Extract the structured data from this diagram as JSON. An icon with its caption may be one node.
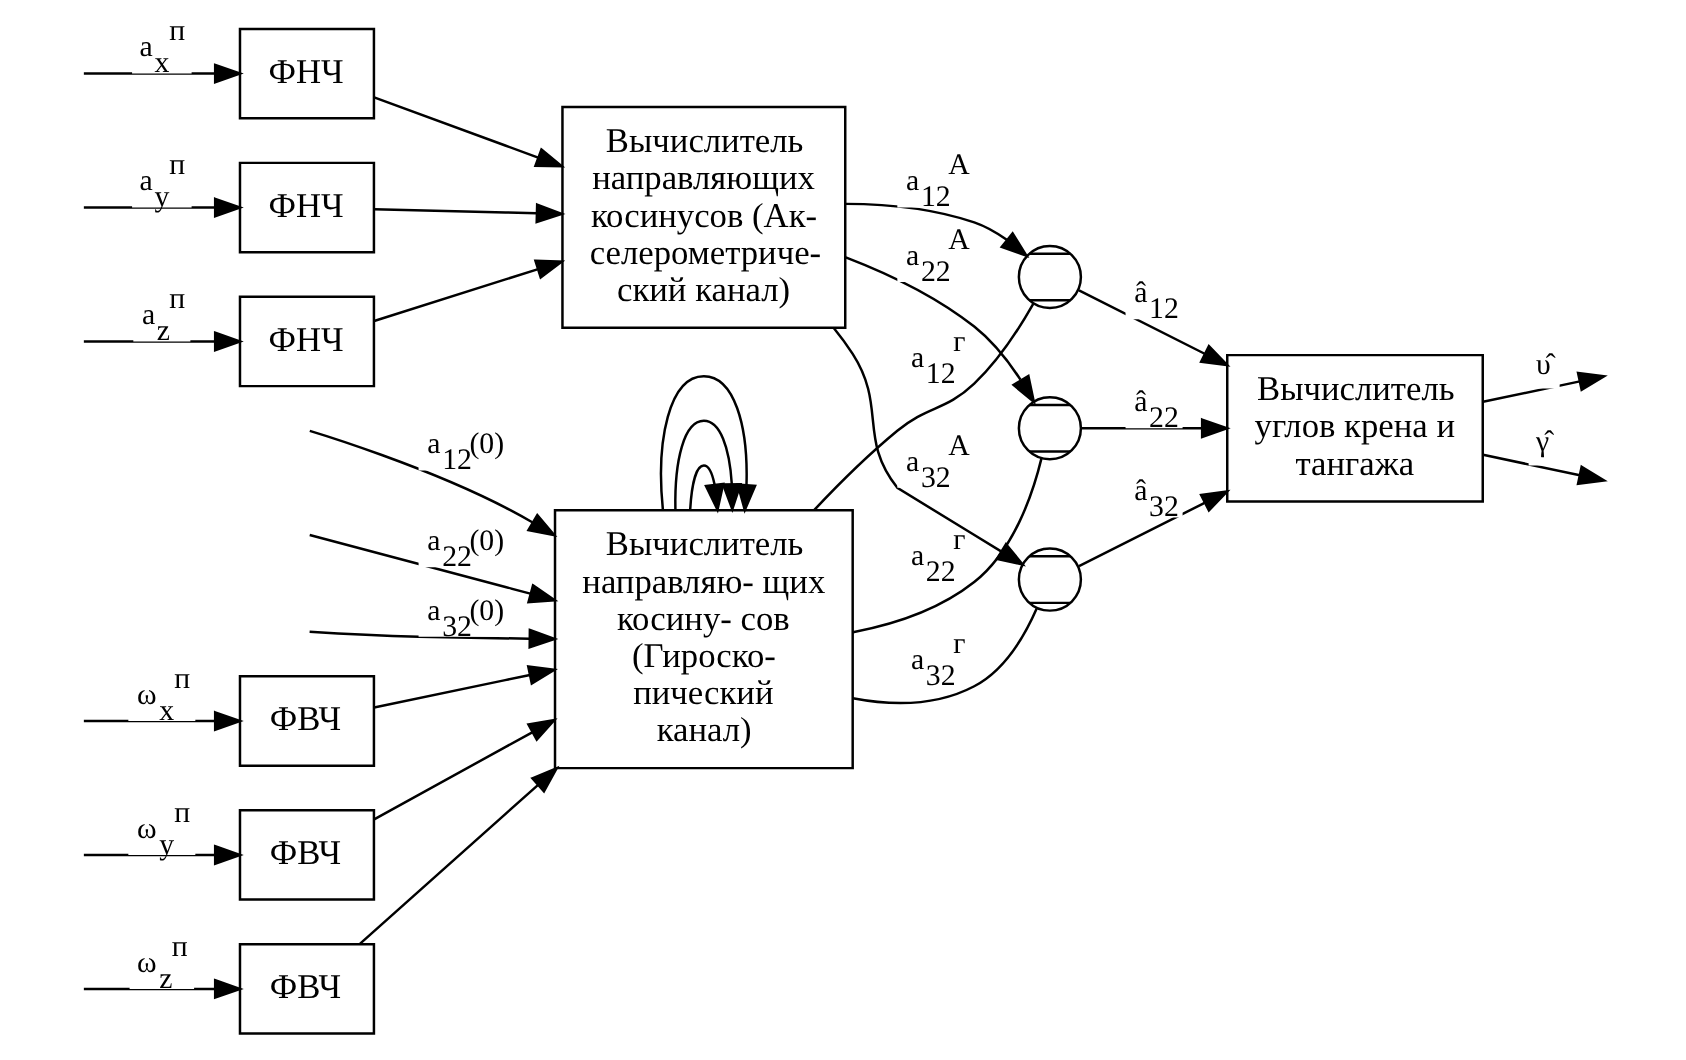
{
  "diagram": {
    "nodes": [
      {
        "text": [
          "ФВЧ"
        ]
      },
      {
        "text": [
          "ФВЧ"
        ]
      },
      {
        "text": [
          "ФВЧ"
        ]
      },
      {
        "text": [
          "Вычислитель направляю- щих косину- сов (Гироско- пический канал)"
        ]
      },
      {
        "text": [
          "ФНЧ"
        ]
      },
      {
        "text": [
          "ФНЧ"
        ]
      },
      {
        "text": [
          "ФНЧ"
        ]
      },
      {
        "text": [
          "Вычислитель направляющих косинусов (Ак- селерометриче- ский канал)"
        ]
      },
      {
        "text": [],
        "shape": "circle"
      },
      {
        "text": [],
        "shape": "circle"
      },
      {
        "text": [],
        "shape": "circle"
      },
      {
        "text": [
          "Вычислитель углов крена и тангажа"
        ]
      }
    ],
    "edges": [
      {
        "from": null,
        "to": 3,
        "arrow": "to",
        "label": "a$_{12}$(0)"
      },
      {
        "from": null,
        "to": 3,
        "arrow": "to",
        "label": "a$_{22}$(0)"
      },
      {
        "from": null,
        "to": 3,
        "arrow": "to",
        "label": "a$_{32}$(0)"
      },
      {
        "from": null,
        "to": 0,
        "arrow": "to",
        "label": "ω$_{x}$$^{п}$"
      },
      {
        "from": null,
        "to": 1,
        "arrow": "to",
        "label": "ω$_{y}$$^{п}$"
      },
      {
        "from": null,
        "to": 2,
        "arrow": "to",
        "label": "ω$_{z}$$^{п}$"
      },
      {
        "from": 0,
        "to": 3,
        "arrow": "to"
      },
      {
        "from": 1,
        "to": 3,
        "arrow": "to"
      },
      {
        "from": 2,
        "to": 3,
        "arrow": "to"
      },
      {
        "from": 3,
        "to": 8,
        "arrow": "none",
        "label": "a$_{12}$$^{г}$"
      },
      {
        "from": 3,
        "to": 9,
        "arrow": "none",
        "label": "a$_{22}$$^{г}$"
      },
      {
        "from": 3,
        "to": 10,
        "arrow": "none",
        "label": "a$_{32}$$^{г}$"
      },
      {
        "from": 3,
        "to": 3,
        "arrow": "to"
      },
      {
        "from": 3,
        "to": 3,
        "arrow": "to"
      },
      {
        "from": 3,
        "to": 3,
        "arrow": "to"
      },
      {
        "from": 8,
        "to": 11,
        "arrow": "to",
        "label": "â$_{12}$"
      },
      {
        "from": 9,
        "to": 11,
        "arrow": "to",
        "label": "â$_{22}$"
      },
      {
        "from": 10,
        "to": 11,
        "arrow": "to",
        "label": "â$_{32}$"
      },
      {
        "from": 11,
        "to": null,
        "arrow": "to",
        "label": "υ̂"
      },
      {
        "from": 11,
        "to": null,
        "arrow": "to",
        "label": "γ̂"
      },
      {
        "from": null,
        "to": 4,
        "arrow": "to",
        "label": "a$_{x}$$^{п}$"
      },
      {
        "from": null,
        "to": 5,
        "arrow": "to",
        "label": "a$_{y}$$^{п}$"
      },
      {
        "from": null,
        "to": 6,
        "arrow": "to",
        "label": "a$_{z}$$^{п}$"
      },
      {
        "from": 4,
        "to": 7,
        "arrow": "to"
      },
      {
        "from": 5,
        "to": 7,
        "arrow": "to"
      },
      {
        "from": 6,
        "to": 7,
        "arrow": "to"
      },
      {
        "from": 7,
        "to": 8,
        "arrow": "to",
        "label": "a$_{12}$$^{A}$"
      },
      {
        "from": 7,
        "to": 9,
        "arrow": "to",
        "label": "a$_{22}$$^{A}$"
      },
      {
        "from": 7,
        "to": 10,
        "arrow": "to",
        "label": "a$_{32}$$^{A}$"
      }
    ]
  }
}
